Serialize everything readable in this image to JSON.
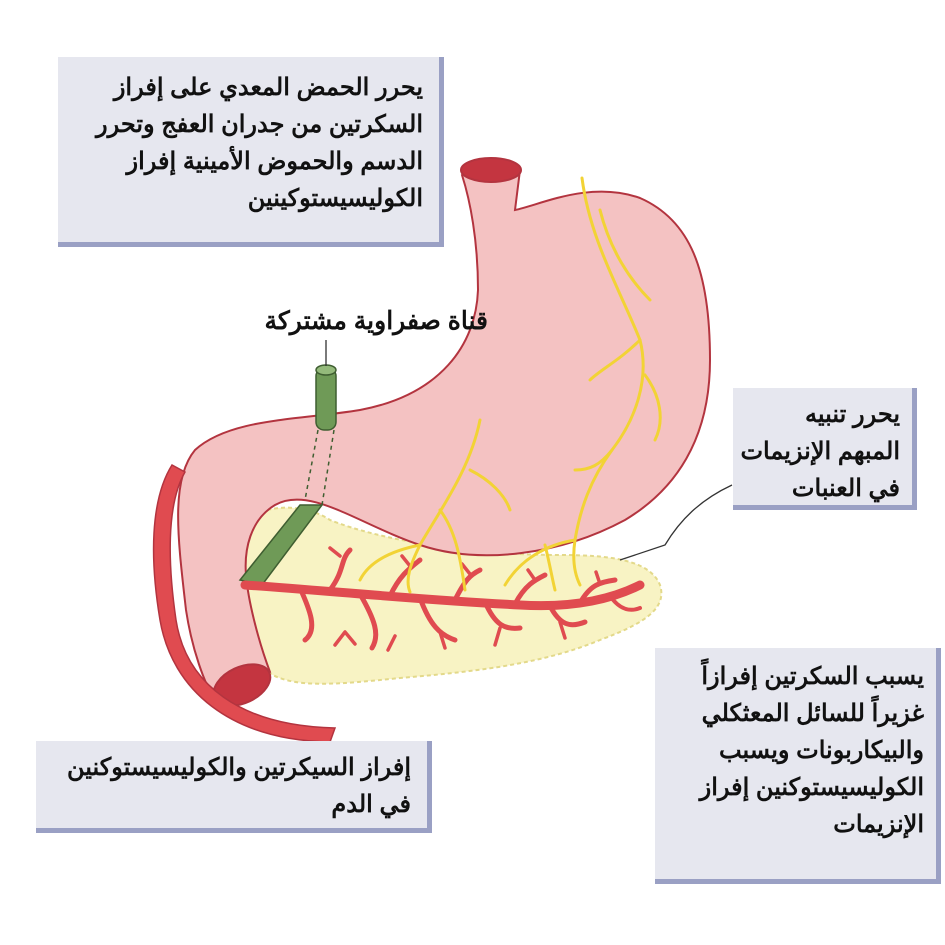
{
  "labels": {
    "common_bile_duct": "قناة صفراوية مشتركة"
  },
  "boxes": {
    "gastric_acid": {
      "lines": [
        "يحرر الحمض المعدي على إفراز",
        "السكرتين من جدران العفج وتحرر",
        "الدسم والحموض الأمينية إفراز",
        "الكوليسيستوكينين"
      ]
    },
    "vagus": {
      "lines": [
        "يحرر تنبيه",
        "المبهم الإنزيمات",
        "في العنبات"
      ]
    },
    "blood_release": {
      "lines": [
        "إفراز السيكرتين والكوليسيستوكنين",
        "في الدم"
      ]
    },
    "secretin_effect": {
      "lines": [
        "يسبب السكرتين إفرازاً",
        "غزيراً للسائل المعثكلي",
        "والبيكاربونات ويسبب",
        "الكوليسيستوكنين إفراز",
        "الإنزيمات"
      ]
    }
  },
  "colors": {
    "stomach_fill": "#f4c2c2",
    "stomach_outline": "#b3343f",
    "vessel_red": "#e04b50",
    "nerve_yellow": "#f2d335",
    "pancreas_fill": "#f8f3c4",
    "bile_duct_green": "#6f9a57",
    "box_fill": "#e6e7ef",
    "box_shadow": "#9aa0c4"
  }
}
